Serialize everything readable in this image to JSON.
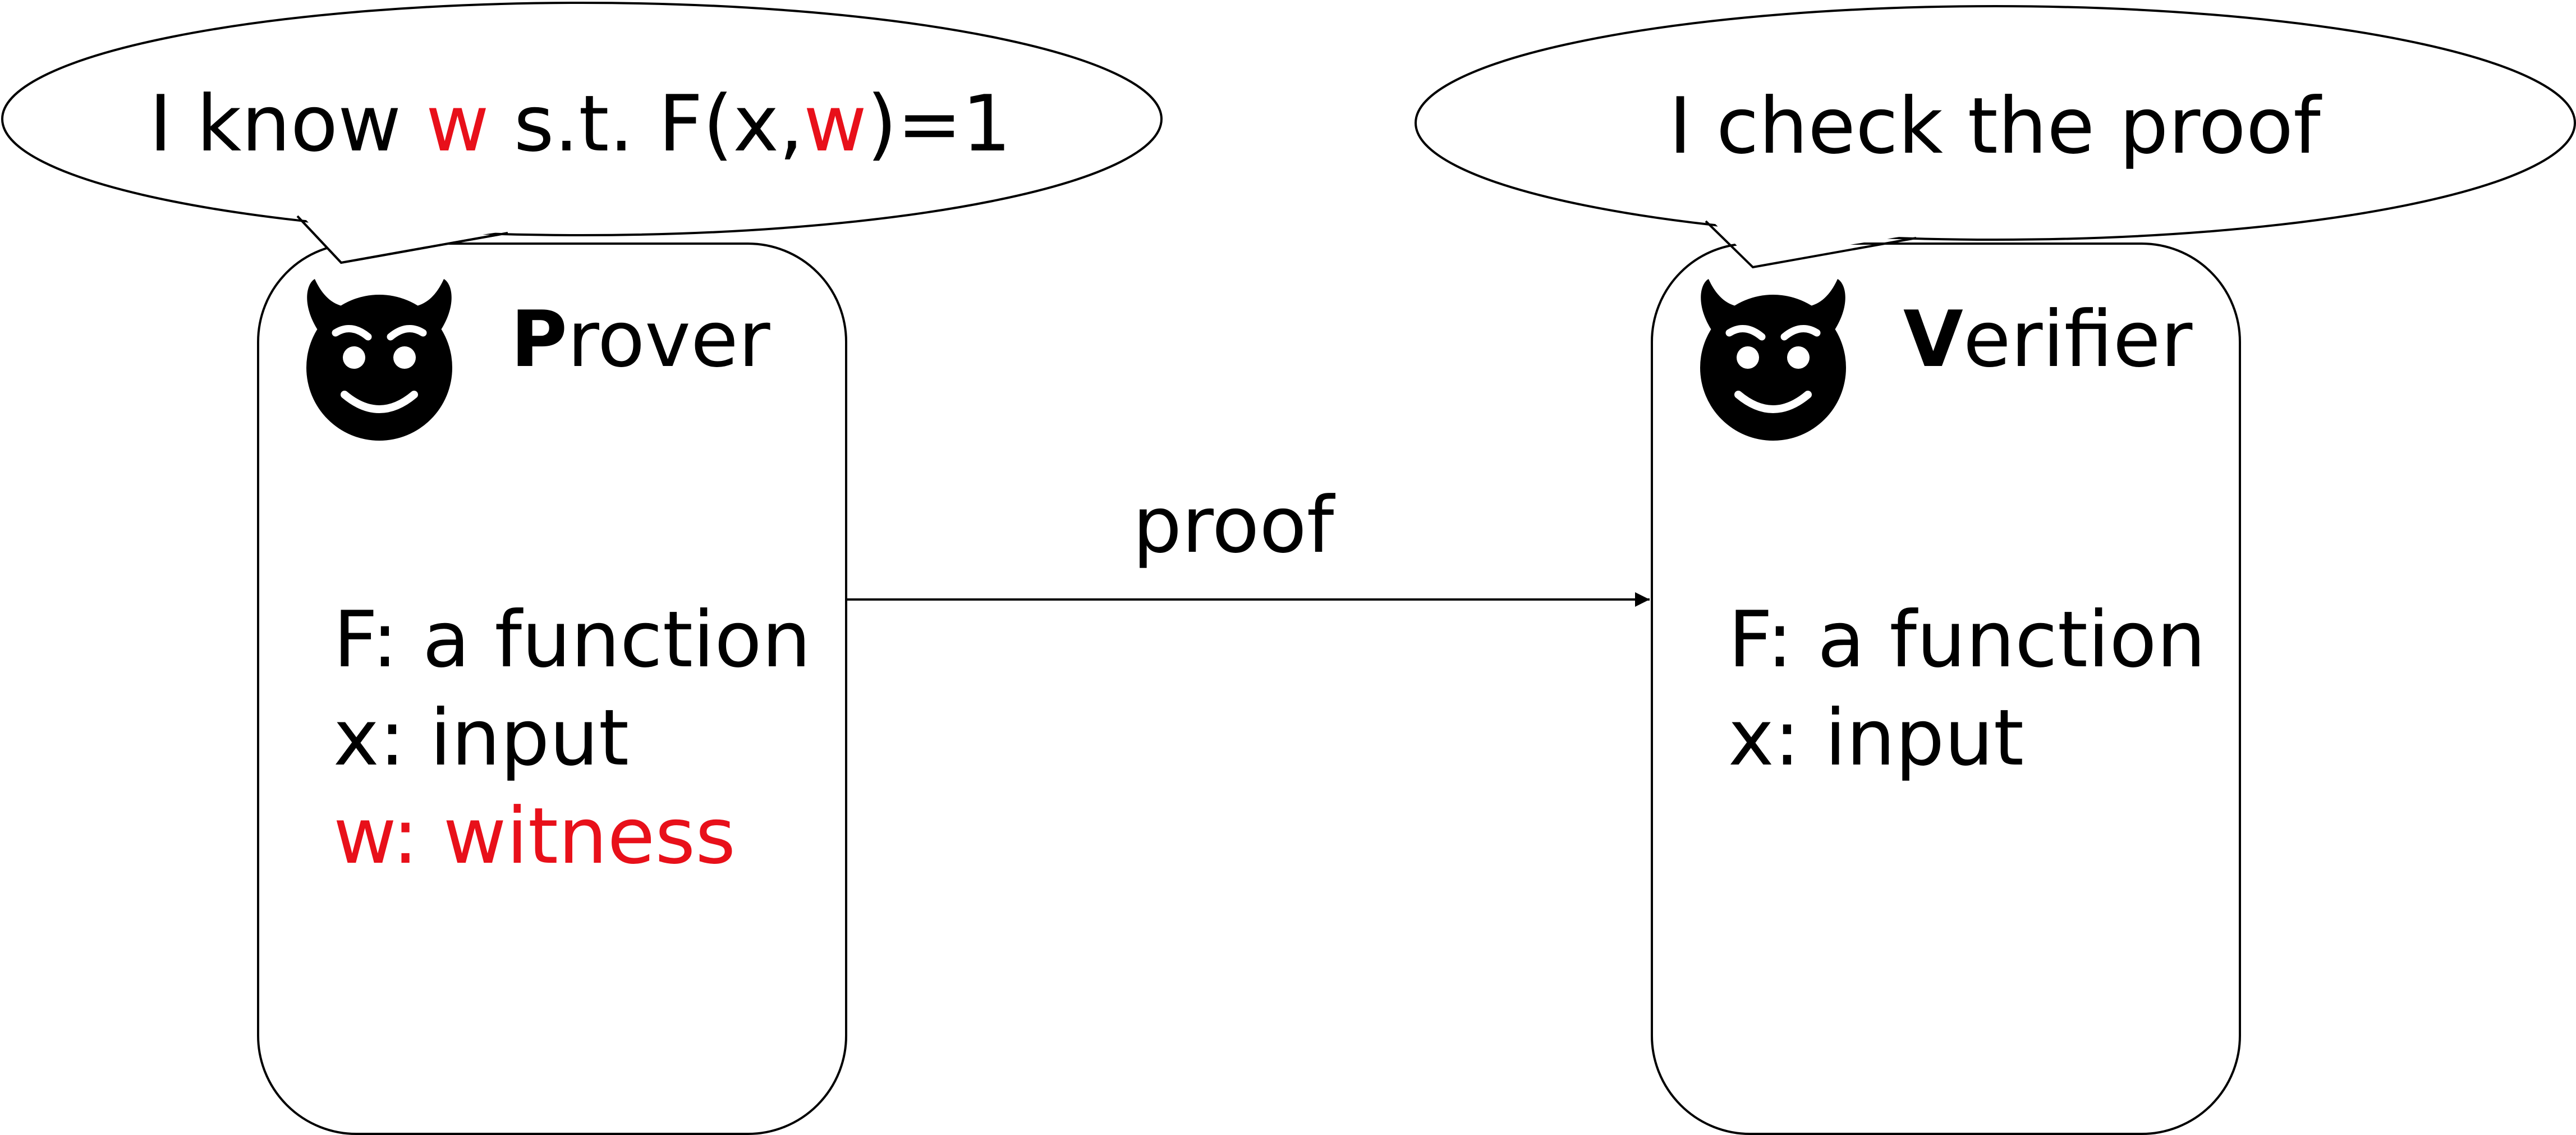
{
  "colors": {
    "ink": "#000000",
    "highlight": "#e8101a",
    "background": "#ffffff"
  },
  "prover": {
    "title_initial": "P",
    "title_rest": "rover",
    "icon": "smiling-devil-icon",
    "speech": {
      "part1": "I know ",
      "var1": "w",
      "part2": " s.t. F(x,",
      "var2": "w",
      "part3": ")=1"
    },
    "items": {
      "function": "F: a function",
      "input": "x: input",
      "witness": "w: witness"
    }
  },
  "verifier": {
    "title_initial": "V",
    "title_rest": "erifier",
    "icon": "smiling-devil-icon",
    "speech": "I check the proof",
    "items": {
      "function": "F: a function",
      "input": "x: input"
    }
  },
  "arrow": {
    "label": "proof"
  }
}
